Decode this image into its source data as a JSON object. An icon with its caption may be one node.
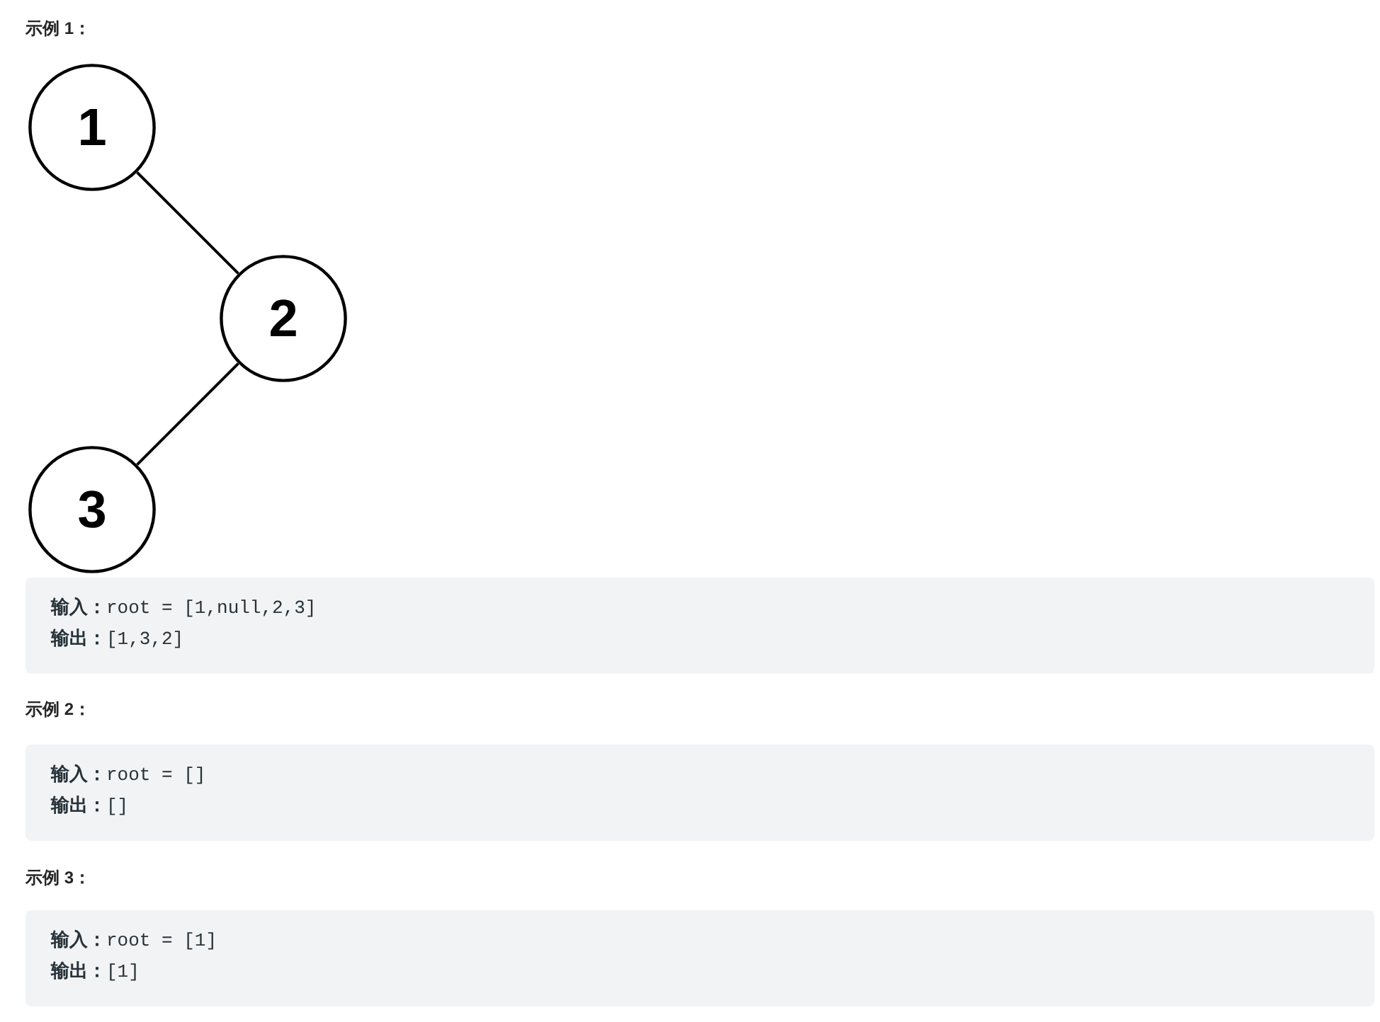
{
  "diagram": {
    "nodes": [
      {
        "text": [
          "1"
        ]
      },
      {
        "text": [
          "2"
        ]
      },
      {
        "text": [
          "3"
        ]
      },
      {
        "text": [
          "**输入：**root = [1,null,2,3]",
          "**输出：**[1,3,2]"
        ]
      },
      {
        "text": [
          "**输入：**root = []",
          "**输出：**[]"
        ]
      },
      {
        "text": [
          "**输入：**root = [1]",
          "**输出：**[1]"
        ]
      }
    ],
    "edges": [
      {
        "from": 0,
        "to": 1,
        "arrow": "none"
      },
      {
        "from": 1,
        "to": 2,
        "arrow": "none"
      }
    ],
    "labels": [
      "示例 1：",
      "示例 2：",
      "示例 3："
    ]
  }
}
